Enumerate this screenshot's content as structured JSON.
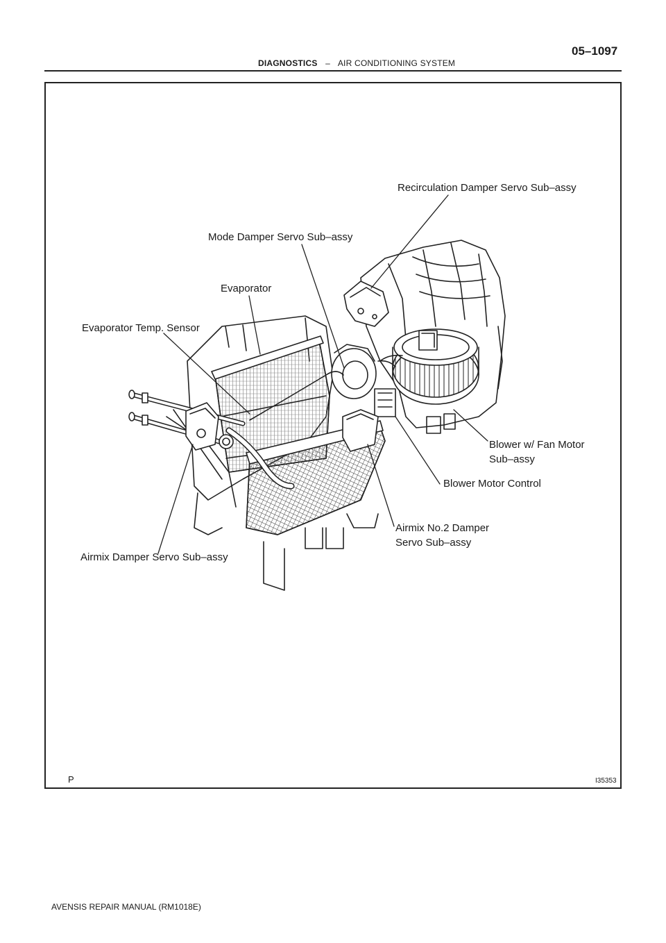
{
  "header": {
    "page_number": "05–1097",
    "section": "DIAGNOSTICS",
    "separator": "–",
    "subsection": "AIR CONDITIONING SYSTEM"
  },
  "figure": {
    "labels": {
      "recirculation_servo": "Recirculation Damper Servo Sub–assy",
      "mode_servo": "Mode Damper Servo Sub–assy",
      "evaporator": "Evaporator",
      "evap_temp_sensor": "Evaporator Temp. Sensor",
      "blower_fan_motor_1": "Blower w/ Fan Motor",
      "blower_fan_motor_2": "Sub–assy",
      "blower_motor_control": "Blower Motor Control",
      "airmix_no2_1": "Airmix No.2 Damper",
      "airmix_no2_2": "Servo Sub–assy",
      "airmix_servo": "Airmix Damper Servo Sub–assy"
    },
    "mark": "P",
    "id": "I35353"
  },
  "footer": {
    "text": "AVENSIS REPAIR MANUAL   (RM1018E)"
  }
}
